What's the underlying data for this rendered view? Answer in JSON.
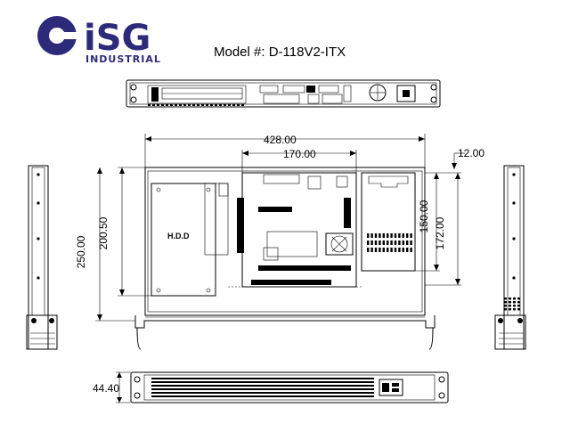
{
  "brand": {
    "name": "iSG",
    "subtitle": "INDUSTRIAL",
    "color": "#2e2a7a"
  },
  "model_label": "Model #: D-118V2-ITX",
  "top_view": {
    "hdd_label": "H.D.D"
  },
  "dimensions": {
    "overall_width": "428.00",
    "board_width": "170.00",
    "front_offset": "12.00",
    "hdd_bay_depth": "200.50",
    "overall_depth": "250.00",
    "psu_depth": "150.00",
    "psu_bay_depth": "172.00",
    "height": "44.40"
  },
  "icons": [
    "logo-mark-icon",
    "fan-icon",
    "power-socket-icon"
  ]
}
